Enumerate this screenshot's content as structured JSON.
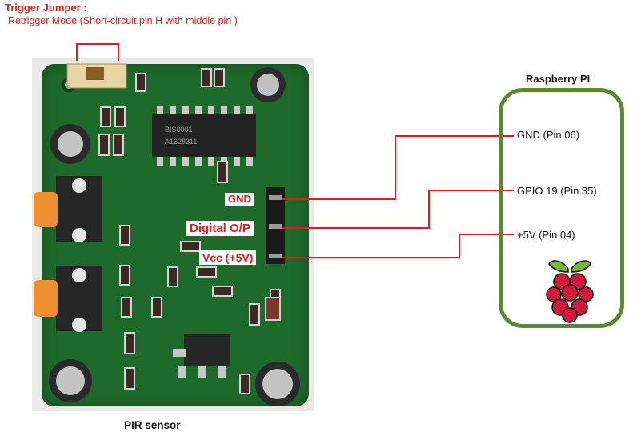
{
  "trigger_jumper": {
    "title": "Trigger Jumper :",
    "description": "Retrigger Mode (Short-circuit pin H with middle pin )"
  },
  "pir_sensor": {
    "caption": "PIR sensor",
    "chip_marking": [
      "BIS0001",
      "A1628311"
    ],
    "pins": {
      "gnd": "GND",
      "output": "Digital O/P",
      "vcc": "Vcc (+5V)"
    }
  },
  "raspberry_pi": {
    "title": "Raspberry PI",
    "pins": {
      "gnd": "GND (Pin 06)",
      "gpio": "GPIO 19 (Pin 35)",
      "power": "+5V  (Pin 04)"
    }
  },
  "colors": {
    "wire": "#e31b1b",
    "label_text": "#e31b1b",
    "rpi_border": "#5a8a2f",
    "pcb": "#1e6a2c",
    "raspberry_fruit": "#d21a3c",
    "raspberry_leaf": "#78b833"
  },
  "icons": [
    "raspberry-pi-logo-icon"
  ]
}
